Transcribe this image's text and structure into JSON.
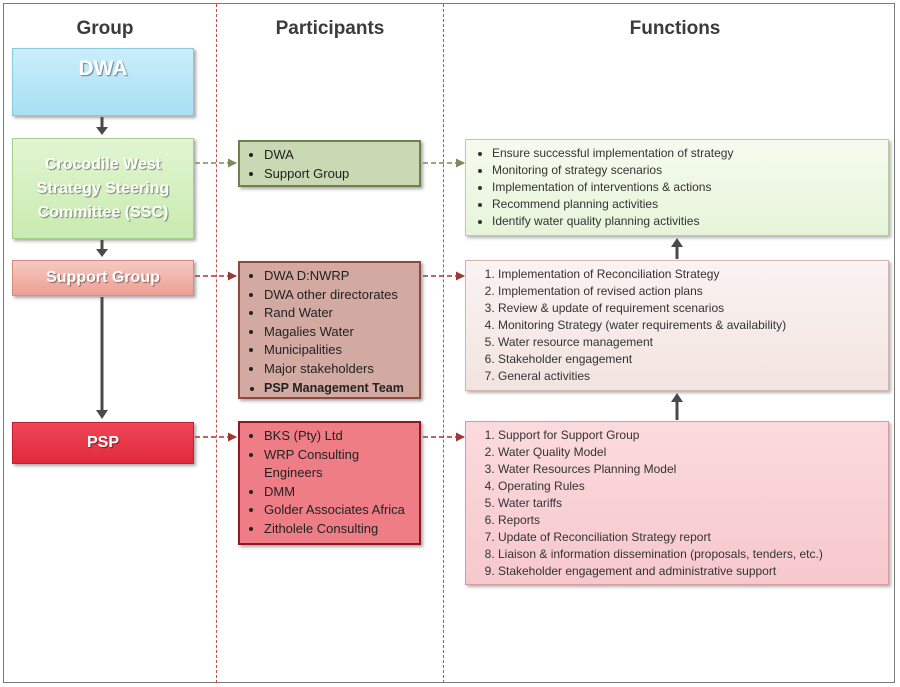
{
  "headers": {
    "group": "Group",
    "participants": "Participants",
    "functions": "Functions"
  },
  "groups": {
    "dwa": "DWA",
    "ssc": "Crocodile West Strategy Steering Committee (SSC)",
    "support": "Support Group",
    "psp": "PSP"
  },
  "participants": {
    "ssc": [
      "DWA",
      "Support Group"
    ],
    "support": [
      "DWA D:NWRP",
      "DWA other directorates",
      "Rand Water",
      "Magalies Water",
      "Municipalities",
      "Major stakeholders",
      "PSP Management Team"
    ],
    "psp": [
      "BKS (Pty) Ltd",
      "WRP Consulting Engineers",
      "DMM",
      "Golder Associates Africa",
      "Zitholele Consulting"
    ]
  },
  "functions": {
    "ssc": [
      "Ensure successful implementation of strategy",
      "Monitoring of strategy scenarios",
      "Implementation of interventions & actions",
      "Recommend planning activities",
      "Identify water quality planning activities"
    ],
    "support": [
      "Implementation of Reconciliation Strategy",
      "Implementation of revised action plans",
      "Review & update of requirement scenarios",
      "Monitoring Strategy (water requirements & availability)",
      "Water resource management",
      "Stakeholder engagement",
      "General activities"
    ],
    "psp": [
      "Support for Support Group",
      "Water Quality Model",
      "Water Resources Planning Model",
      "Operating Rules",
      "Water tariffs",
      "Reports",
      "Update of Reconciliation Strategy report",
      "Liaison & information dissemination (proposals, tenders, etc.)",
      "Stakeholder engagement and administrative support"
    ]
  },
  "colors": {
    "dwa_fill": "#b7e6f7",
    "ssc_fill": "#d4efc0",
    "support_fill": "#f2b5ad",
    "psp_fill": "#ee3347",
    "participants_ssc_fill": "#c9d9b3",
    "participants_support_fill": "#d2aaa2",
    "participants_psp_fill": "#ef7d86",
    "functions_ssc_fill": "#eef8e3",
    "functions_support_fill": "#f6ebe8",
    "functions_psp_fill": "#f9d2d6",
    "connector_dark": "#4a4a4a",
    "connector_green": "#7a8c5a",
    "connector_red": "#9a3a35"
  }
}
